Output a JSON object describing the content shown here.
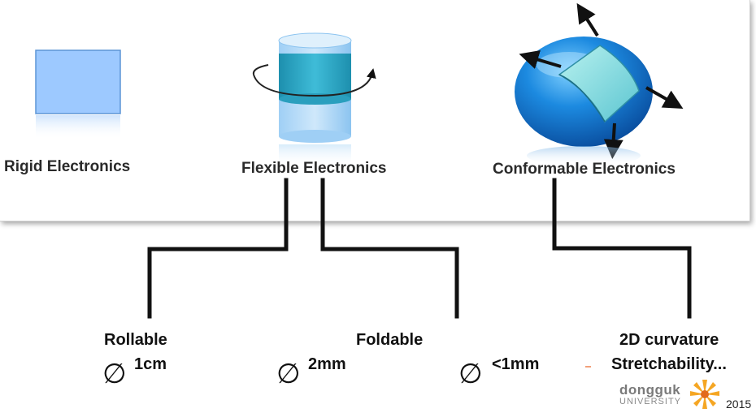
{
  "categories": {
    "rigid": "Rigid Electronics",
    "flexible": "Flexible Electronics",
    "conformable": "Conformable Electronics"
  },
  "properties": {
    "rollable": "Rollable",
    "foldable": "Foldable",
    "curvature": "2D curvature",
    "stretchability": "Stretchability..."
  },
  "diameters": {
    "symbol": "∅",
    "d1": "1cm",
    "d2": "2mm",
    "d3": "<1mm"
  },
  "logo": {
    "name_top": "dongguk",
    "name_bottom": "UNIVERSITY",
    "year": "2015"
  },
  "colors": {
    "line": "#111111",
    "square_fill": "#9dc9ff",
    "cylinder_band": "#2ca6c4",
    "sphere": "#1a7fd6"
  }
}
